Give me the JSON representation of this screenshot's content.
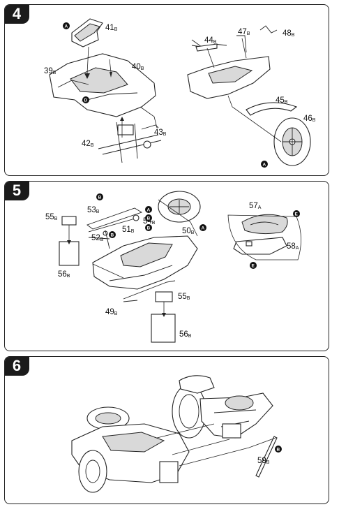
{
  "steps": [
    {
      "number": "4",
      "labels": [
        "41B",
        "40B",
        "39B",
        "42B",
        "43B",
        "44B",
        "47B",
        "48B",
        "45B",
        "46B"
      ],
      "markers": [
        "A",
        "D",
        "A"
      ]
    },
    {
      "number": "5",
      "labels": [
        "53B",
        "54B",
        "51B",
        "52B",
        "50B",
        "55B",
        "56B",
        "49B",
        "55B",
        "56B",
        "57A",
        "58A"
      ],
      "markers": [
        "B",
        "A",
        "B",
        "B",
        "B",
        "A",
        "E",
        "E"
      ]
    },
    {
      "number": "6",
      "labels": [
        "59B"
      ],
      "markers": [
        "B"
      ]
    }
  ]
}
